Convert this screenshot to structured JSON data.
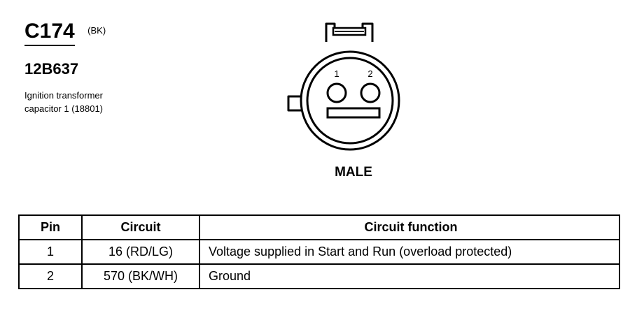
{
  "connector": {
    "id": "C174",
    "color": "(BK)",
    "part_number": "12B637",
    "description_line1": "Ignition transformer",
    "description_line2": "capacitor 1 (18801)",
    "gender": "MALE",
    "pin_labels": [
      "1",
      "2"
    ]
  },
  "table": {
    "headers": {
      "pin": "Pin",
      "circuit": "Circuit",
      "function": "Circuit function"
    },
    "rows": [
      {
        "pin": "1",
        "circuit": "16 (RD/LG)",
        "function": "Voltage supplied in Start and Run (overload protected)"
      },
      {
        "pin": "2",
        "circuit": "570 (BK/WH)",
        "function": "Ground"
      }
    ]
  }
}
